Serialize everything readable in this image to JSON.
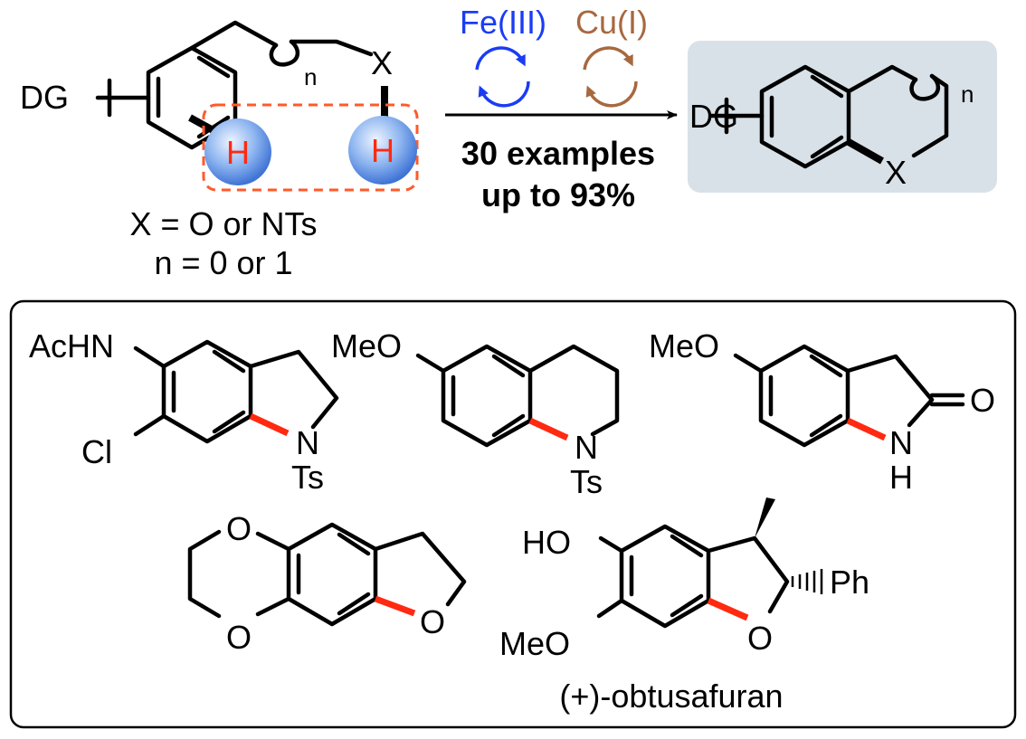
{
  "reaction": {
    "dg_start": "DG",
    "x_start": "X",
    "n_start": "n",
    "h1": "H",
    "h2": "H",
    "cond_note1": "X = O or NTs",
    "cond_note2": "n = 0 or 1",
    "cat1": "Fe(III)",
    "cat2": "Cu(I)",
    "examples": "30 examples",
    "yield": "up to 93%",
    "dg_product": "DG",
    "x_product": "X",
    "n_product": "n"
  },
  "examples": {
    "ex1": {
      "acnh": "AcHN",
      "cl": "Cl",
      "n": "N",
      "ts": "Ts"
    },
    "ex2": {
      "meo": "MeO",
      "n": "N",
      "ts": "Ts"
    },
    "ex3": {
      "meo": "MeO",
      "o": "O",
      "nh_n": "N",
      "nh_h": "H"
    },
    "ex4": {
      "o1": "O",
      "o2": "O",
      "o3": "O"
    },
    "ex5": {
      "ho": "HO",
      "meo": "MeO",
      "o": "O",
      "ph": "Ph",
      "name": "(+)-obtusafuran"
    }
  },
  "colors": {
    "fe": "#1a3cf5",
    "cu": "#a8683f",
    "highlight_bond": "#ff2a10",
    "h_label": "#ff2a10",
    "dashed_box": "#ff5a2a",
    "product_bg": "#d9e1e8",
    "sphere": "#6a9be8"
  }
}
